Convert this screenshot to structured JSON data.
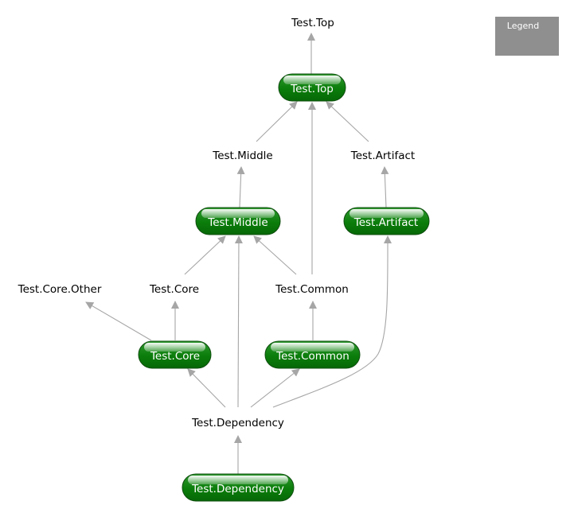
{
  "legend": {
    "label": "Legend"
  },
  "labels": {
    "top": "Test.Top",
    "middle": "Test.Middle",
    "artifact": "Test.Artifact",
    "core_other": "Test.Core.Other",
    "core": "Test.Core",
    "common": "Test.Common",
    "dependency": "Test.Dependency"
  },
  "nodes": {
    "top": "Test.Top",
    "middle": "Test.Middle",
    "artifact": "Test.Artifact",
    "core": "Test.Core",
    "common": "Test.Common",
    "dependency": "Test.Dependency"
  },
  "colors": {
    "node_fill": "#0b7d0b",
    "edge": "#a6a6a6",
    "legend": "#8f8f8f"
  }
}
